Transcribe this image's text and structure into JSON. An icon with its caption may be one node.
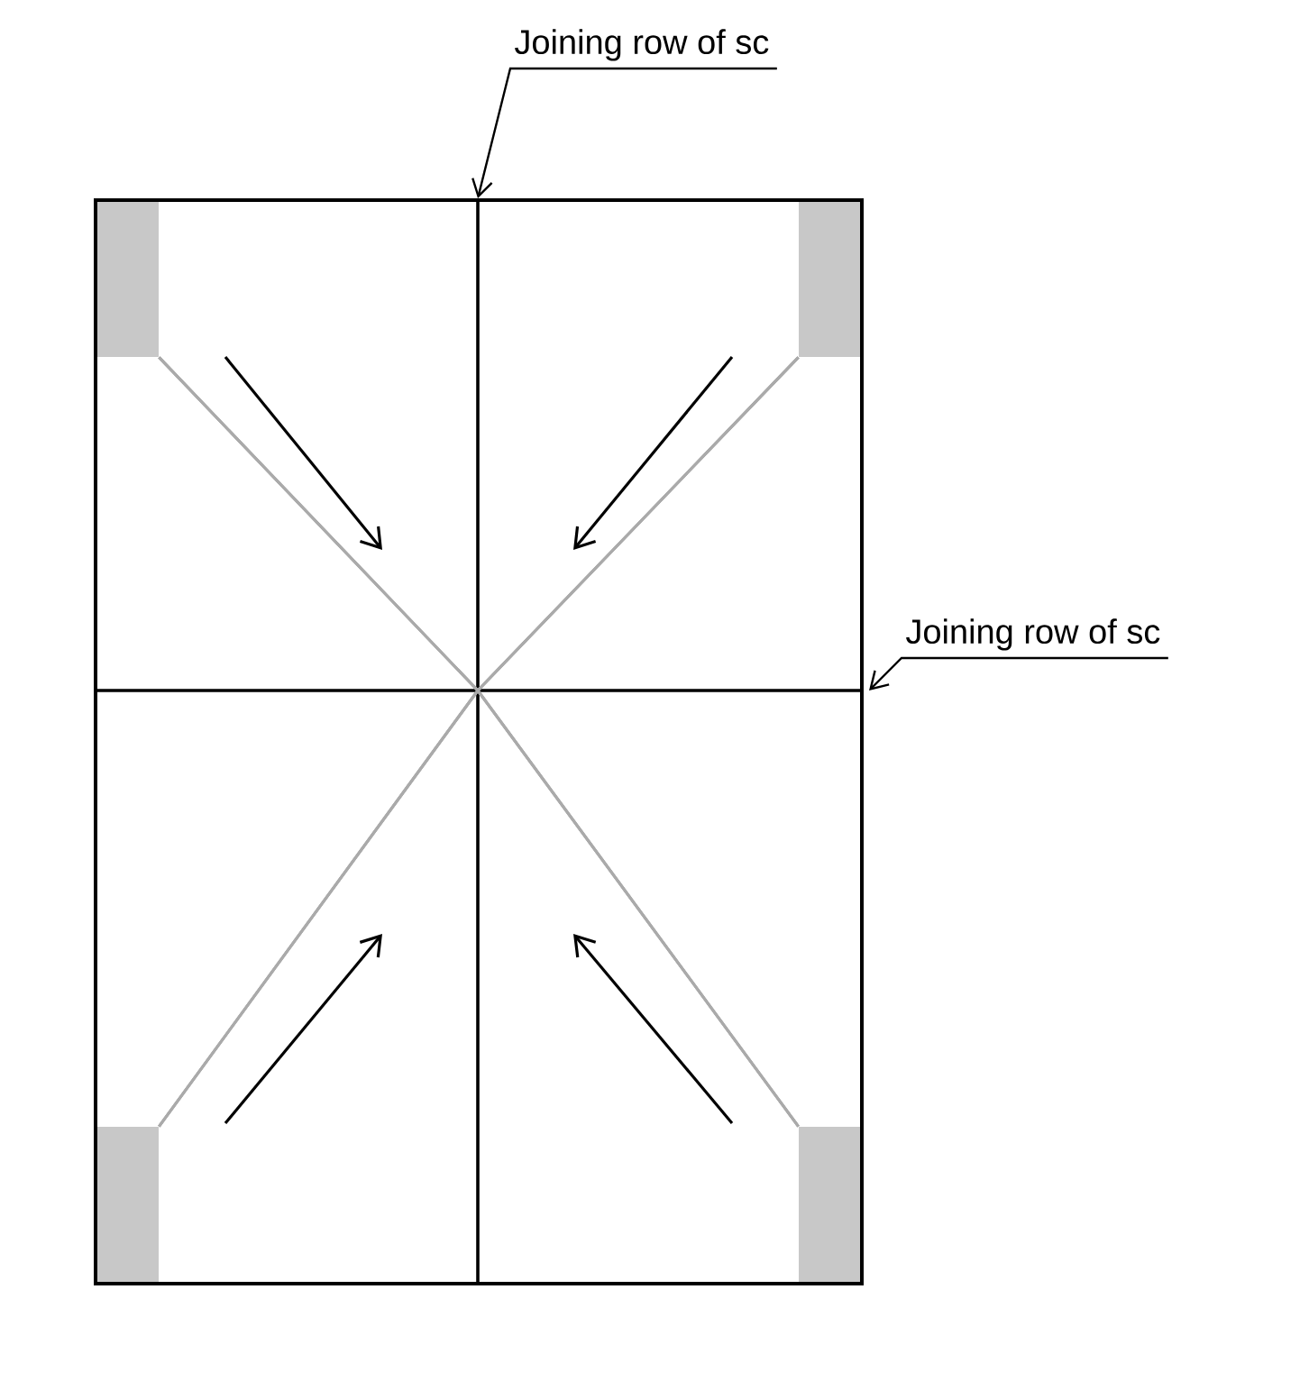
{
  "diagram": {
    "nodes": [
      {
        "text": [
          "Joining row of sc"
        ]
      },
      {
        "text": [],
        "shape": "box"
      },
      {
        "text": [],
        "shape": "box"
      },
      {
        "text": [
          "Joining row of sc"
        ]
      },
      {
        "text": [],
        "shape": "box"
      },
      {
        "text": [],
        "shape": "box"
      }
    ],
    "edges": [
      {
        "from": 0,
        "to": null,
        "arrow": "to",
        "color": "#000000"
      },
      {
        "from": 3,
        "to": null,
        "arrow": "to",
        "color": "#000000"
      },
      {
        "from": 1,
        "to": 2,
        "arrow": "none",
        "color": "#aaaaaa"
      },
      {
        "from": 1,
        "to": 4,
        "arrow": "none",
        "color": "#aaaaaa"
      },
      {
        "from": 1,
        "to": 5,
        "arrow": "none",
        "color": "#aaaaaa"
      },
      {
        "from": 2,
        "to": 4,
        "arrow": "none",
        "color": "#aaaaaa"
      },
      {
        "from": 2,
        "to": 5,
        "arrow": "none",
        "color": "#aaaaaa"
      },
      {
        "from": 4,
        "to": 5,
        "arrow": "none",
        "color": "#aaaaaa"
      }
    ]
  }
}
